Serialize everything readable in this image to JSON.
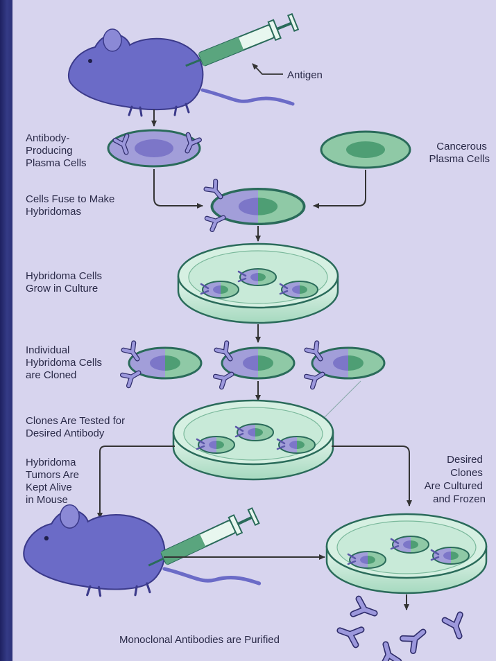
{
  "labels": {
    "antigen": "Antigen",
    "antibody_producing": [
      "Antibody-",
      "Producing",
      "Plasma Cells"
    ],
    "cancerous": [
      "Cancerous",
      "Plasma Cells"
    ],
    "fuse": [
      "Cells Fuse to Make",
      "Hybridomas"
    ],
    "grow": [
      "Hybridoma Cells",
      "Grow in Culture"
    ],
    "cloned": [
      "Individual",
      "Hybridoma Cells",
      "are Cloned"
    ],
    "tested": [
      "Clones Are Tested for",
      "Desired Antibody"
    ],
    "tumors": [
      "Hybridoma",
      "Tumors Are",
      "Kept Alive",
      "in Mouse"
    ],
    "desired": [
      "Desired",
      "Clones",
      "Are Cultured",
      "and Frozen"
    ],
    "purified": "Monoclonal Antibodies are Purified"
  },
  "colors": {
    "background": "#d7d4ee",
    "slide_edge": "#2b2f6e",
    "mouse": "#6b6bc7",
    "cell_purple": "#9a96d8",
    "cell_green": "#8fc9a6",
    "nucleus_green": "#4e9e74",
    "outline": "#2a6b5a",
    "dish": "#bfe6d2",
    "arrow": "#333333"
  }
}
